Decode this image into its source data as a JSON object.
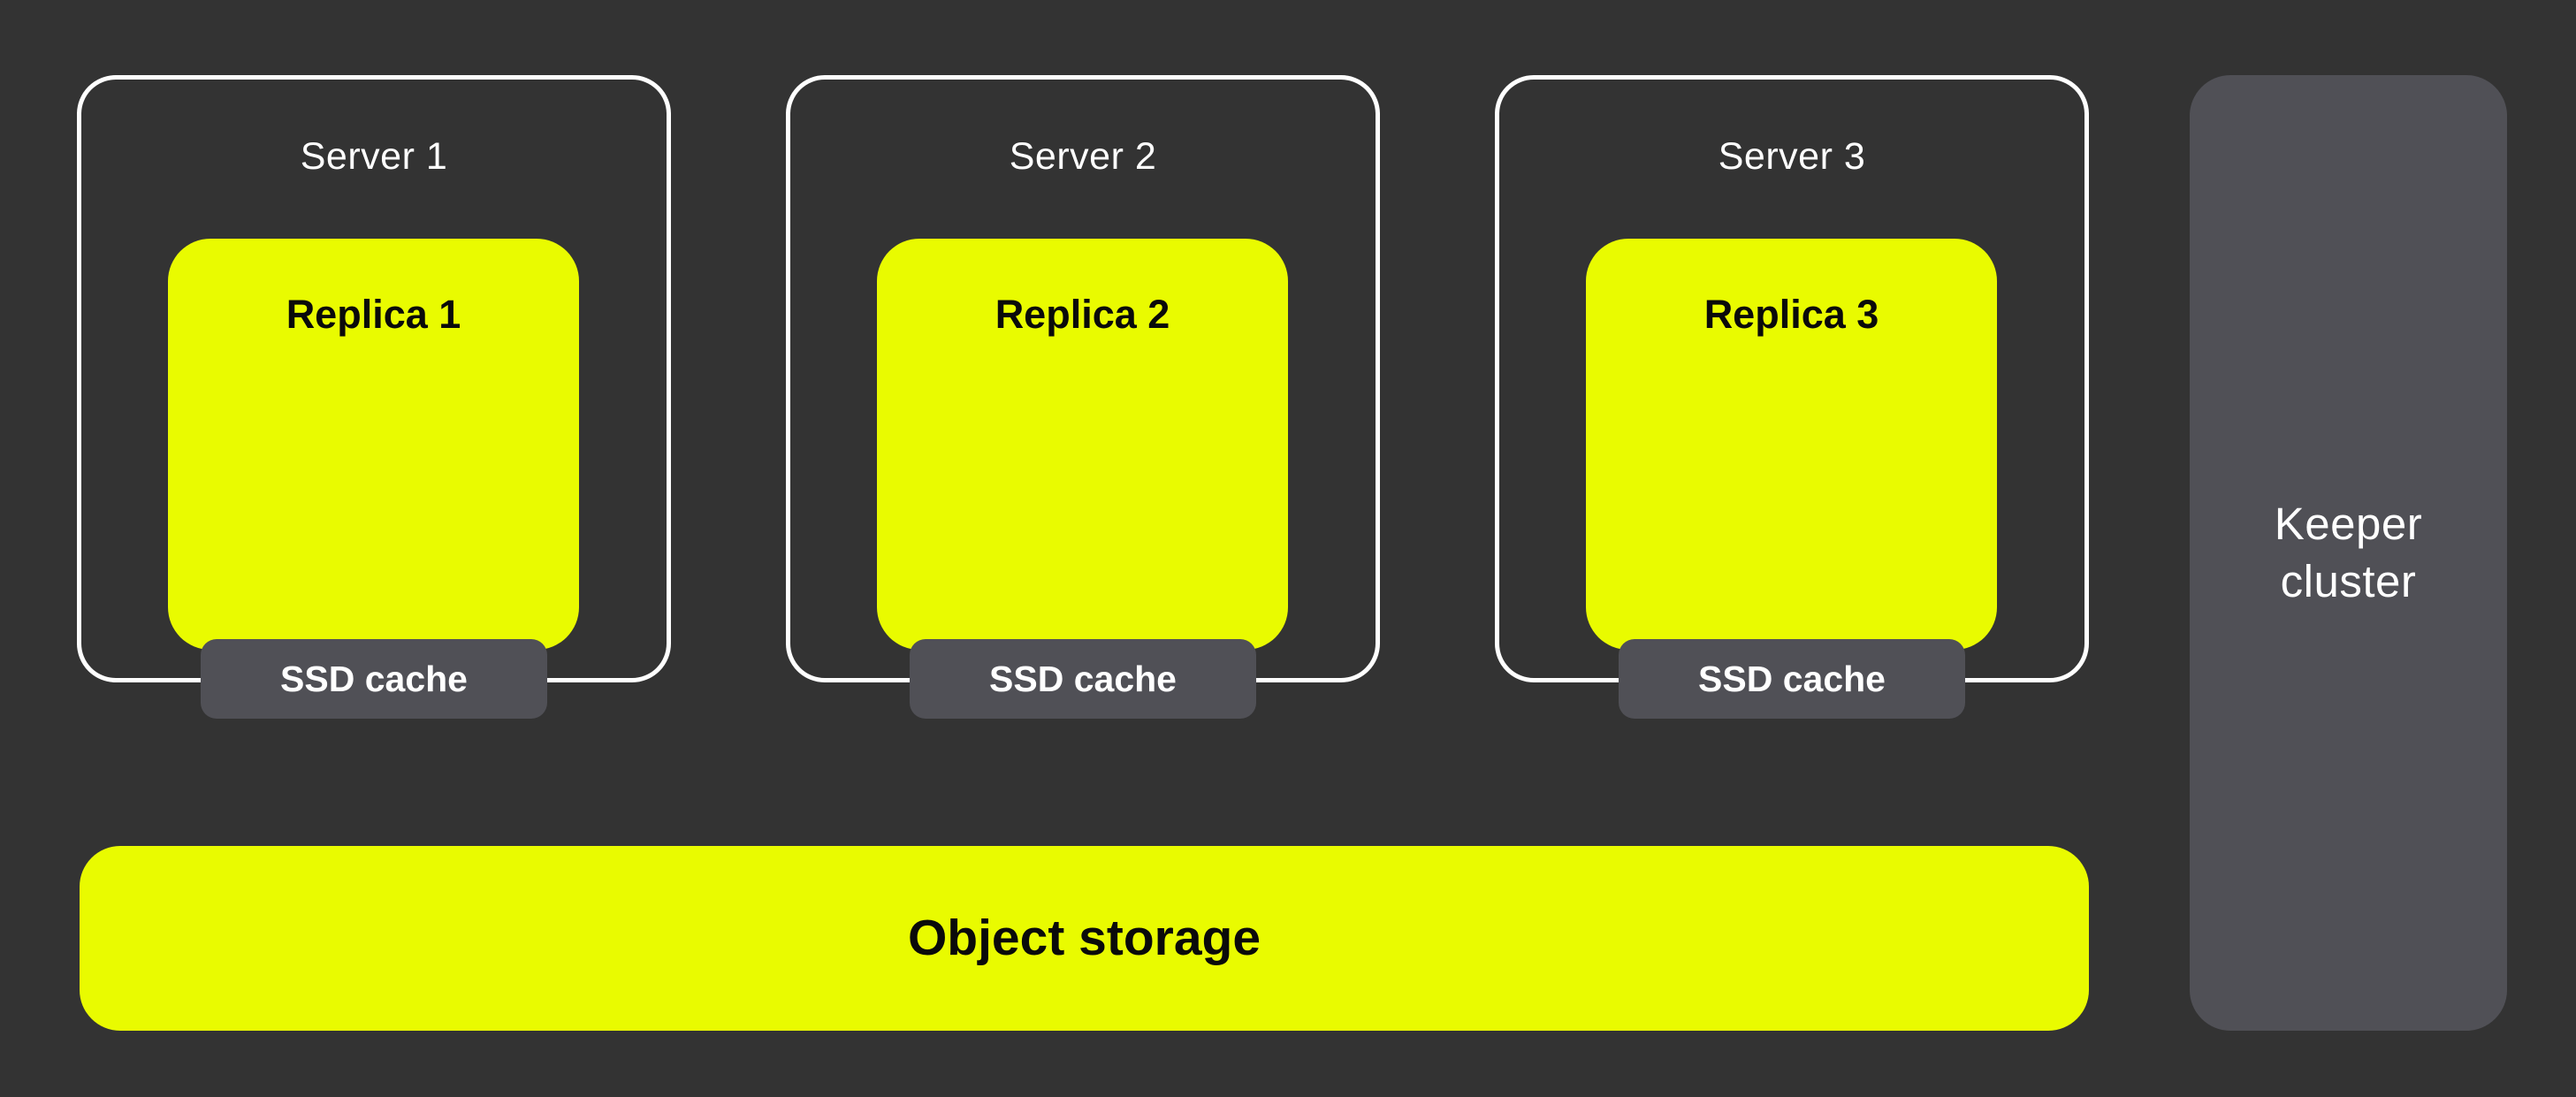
{
  "diagram": {
    "servers": [
      {
        "label": "Server 1",
        "replica_label": "Replica 1",
        "cache_label": "SSD cache"
      },
      {
        "label": "Server 2",
        "replica_label": "Replica 2",
        "cache_label": "SSD cache"
      },
      {
        "label": "Server 3",
        "replica_label": "Replica 3",
        "cache_label": "SSD cache"
      }
    ],
    "object_storage_label": "Object storage",
    "keeper_cluster_label": "Keeper cluster"
  },
  "colors": {
    "background": "#333333",
    "accent_yellow": "#E9FB00",
    "panel_gray": "#505056",
    "outline_white": "#FFFFFF",
    "text_black": "#0A0A0A",
    "text_white": "#FFFFFF"
  }
}
